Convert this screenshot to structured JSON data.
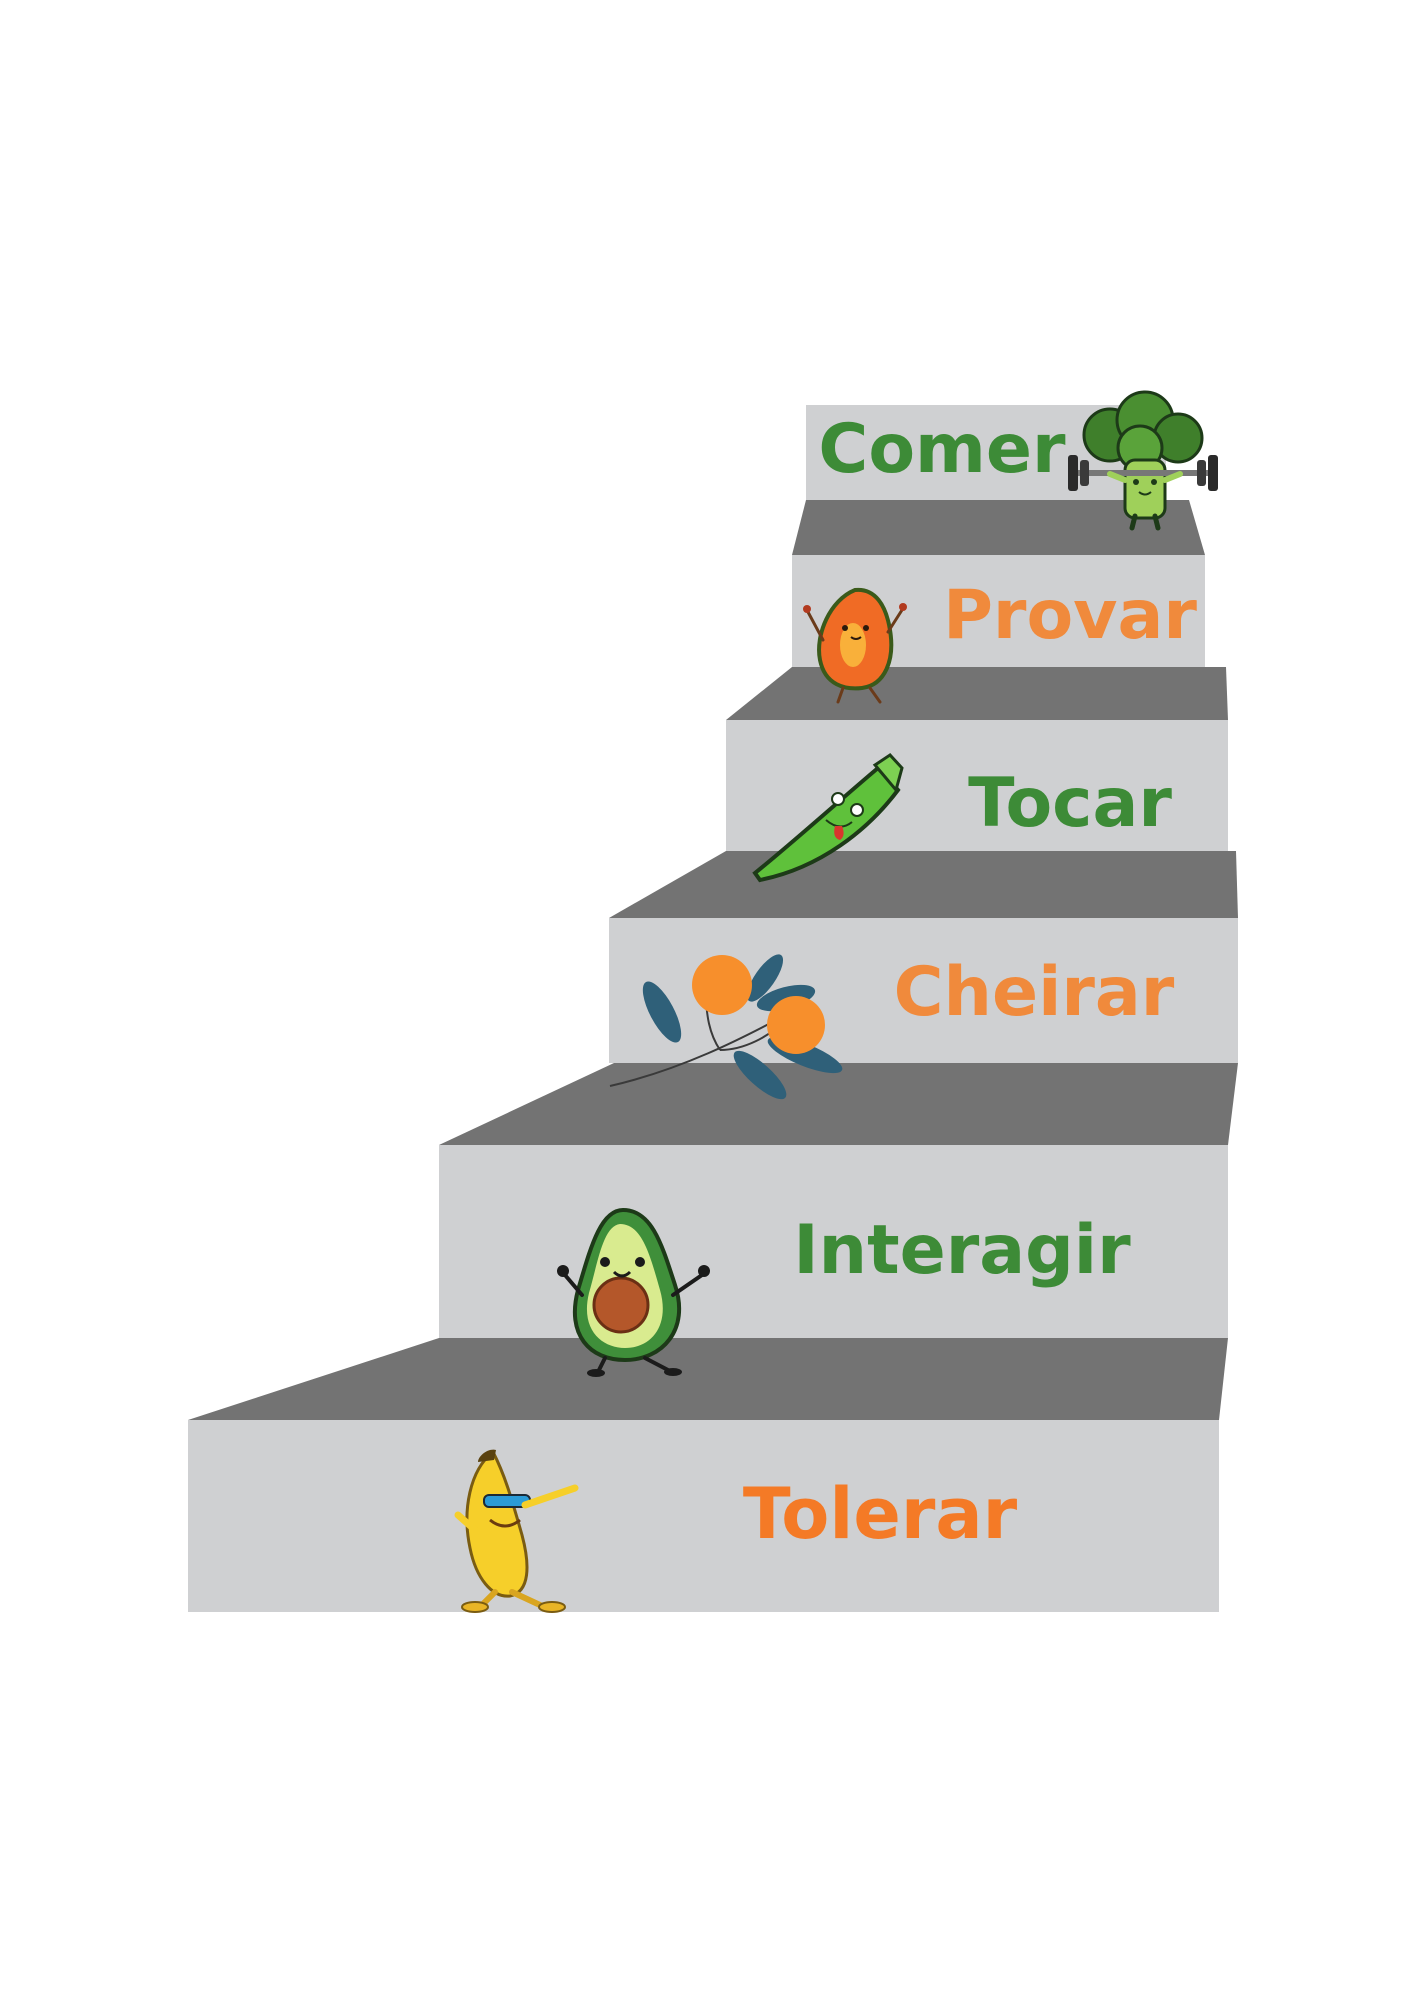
{
  "colors": {
    "background": "#ffffff",
    "riser": "#cfd0d2",
    "tread": "#737373",
    "green": "#3d8b37",
    "orange": "#f08a3c",
    "orange_bright": "#f47a26"
  },
  "steps": [
    {
      "label": "Tolerar",
      "color": "#f47a26",
      "icon": "dabbing-banana-icon"
    },
    {
      "label": "Interagir",
      "color": "#3d8b37",
      "icon": "avocado-icon"
    },
    {
      "label": "Cheirar",
      "color": "#f08a3c",
      "icon": "orange-branch-icon"
    },
    {
      "label": "Tocar",
      "color": "#3d8b37",
      "icon": "okra-icon"
    },
    {
      "label": "Provar",
      "color": "#f08a3c",
      "icon": "papaya-icon"
    },
    {
      "label": "Comer",
      "color": "#3d8b37",
      "icon": "broccoli-weightlifter-icon"
    }
  ]
}
